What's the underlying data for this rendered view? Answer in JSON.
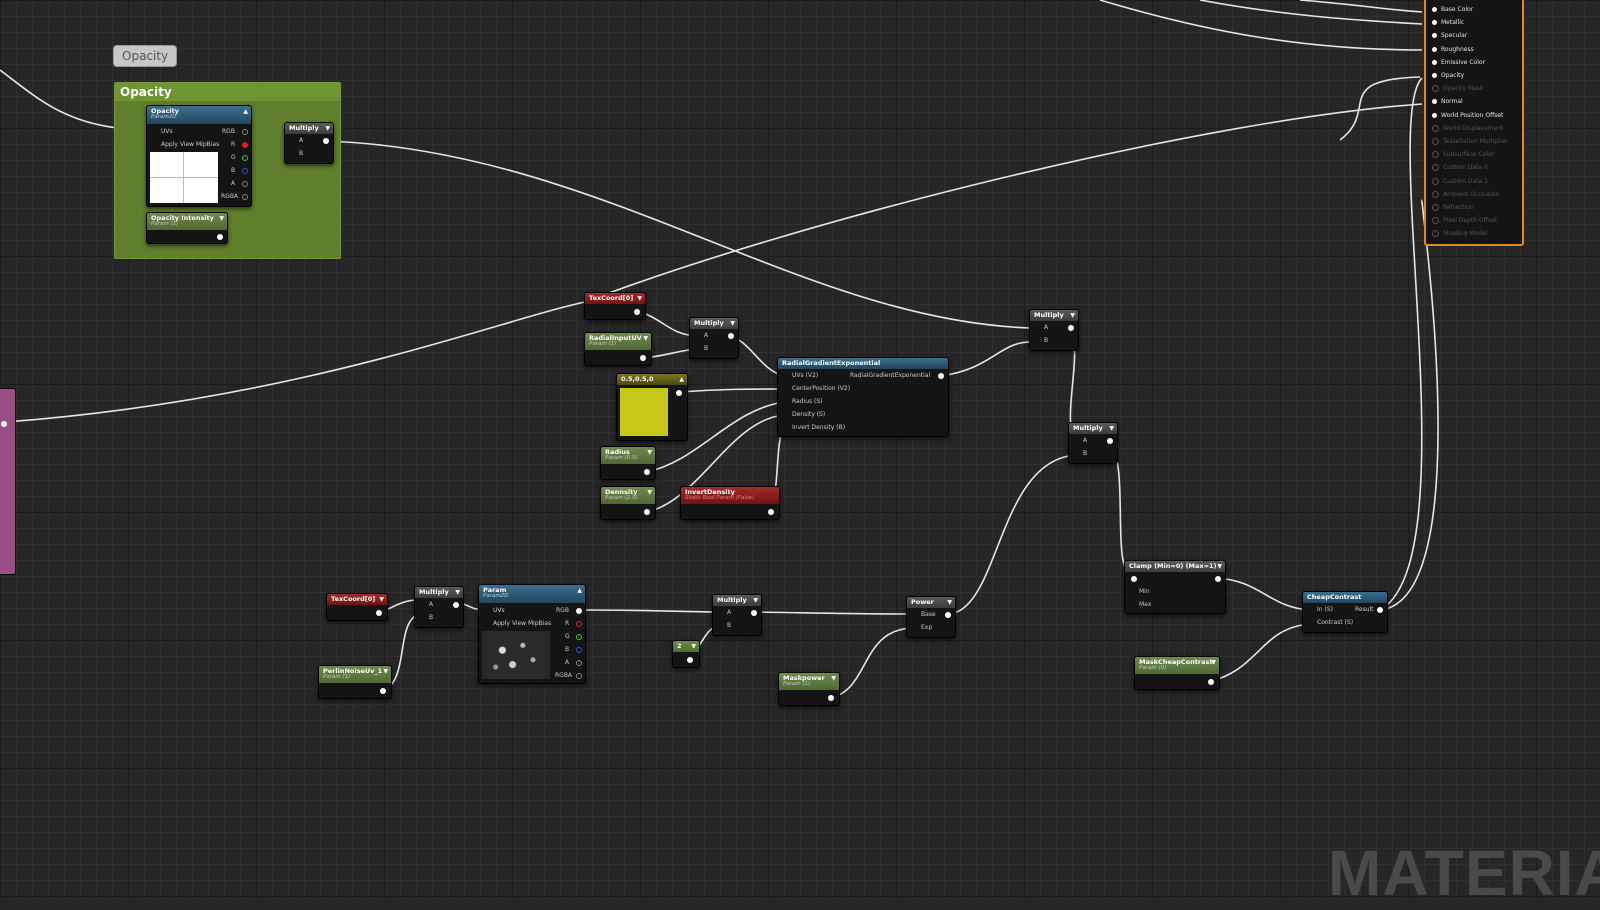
{
  "watermark": "MATERIAL",
  "comment": {
    "bubble": "Opacity",
    "title": "Opacity"
  },
  "nodes": {
    "opacity_tex": {
      "title": "Opacity",
      "sub": "Param2D",
      "uvs": "UVs",
      "mip": "Apply View MipBias",
      "rgb": "RGB",
      "r": "R",
      "g": "G",
      "b": "B",
      "a": "A",
      "rgba": "RGBA"
    },
    "opacity_intensity": {
      "title": "Opacity Intensity",
      "sub": "Param (1)"
    },
    "multiply_opacity": {
      "title": "Multiply",
      "a": "A",
      "b": "B"
    },
    "texcoord_top": {
      "title": "TexCoord[0]"
    },
    "radial_input_uv": {
      "title": "RadialInputUV",
      "sub": "Param (1)"
    },
    "multiply_radial": {
      "title": "Multiply",
      "a": "A",
      "b": "B"
    },
    "const_vec": {
      "title": "0.5,0.5,0"
    },
    "radial_gradient": {
      "title": "RadialGradientExponential",
      "uvs": "UVs (V2)",
      "center": "CenterPosition (V2)",
      "radius": "Radius (S)",
      "density": "Density (S)",
      "invert": "Invert Density (B)",
      "out": "RadialGradientExponential"
    },
    "radius_param": {
      "title": "Radius",
      "sub": "Param (0.5)"
    },
    "dennsity_param": {
      "title": "Dennsity",
      "sub": "Param (2.5)"
    },
    "invert_density": {
      "title": "InvertDensity",
      "sub": "Static Bool Param (False)"
    },
    "multiply_top_right": {
      "title": "Multiply",
      "a": "A",
      "b": "B"
    },
    "multiply_mid_right": {
      "title": "Multiply",
      "a": "A",
      "b": "B"
    },
    "texcoord_bottom": {
      "title": "TexCoord[0]"
    },
    "multiply_noise": {
      "title": "Multiply",
      "a": "A",
      "b": "B"
    },
    "perlin_noise": {
      "title": "PerlinNoiseUv_1",
      "sub": "Param (1)"
    },
    "param_tex": {
      "title": "Param",
      "sub": "Param2D",
      "uvs": "UVs",
      "mip": "Apply View MipBias",
      "rgb": "RGB",
      "r": "R",
      "g": "G",
      "b": "B",
      "a": "A",
      "rgba": "RGBA"
    },
    "multiply_noise2": {
      "title": "Multiply",
      "a": "A",
      "b": "B"
    },
    "const_two": {
      "title": "2"
    },
    "power": {
      "title": "Power",
      "base": "Base",
      "exp": "Exp"
    },
    "maskpower": {
      "title": "Maskpower",
      "sub": "Param (1)"
    },
    "clamp": {
      "title": "Clamp (Min=0) (Max=1)",
      "min": "Min",
      "max": "Max"
    },
    "cheap_contrast": {
      "title": "CheapContrast",
      "in": "In (S)",
      "contrast": "Contrast (S)",
      "result": "Result"
    },
    "mask_cheap_contrast": {
      "title": "MaskCheapContrast",
      "sub": "Param (0)"
    }
  },
  "material_pins": [
    {
      "label": "Base Color",
      "active": true
    },
    {
      "label": "Metallic",
      "active": true
    },
    {
      "label": "Specular",
      "active": true
    },
    {
      "label": "Roughness",
      "active": true
    },
    {
      "label": "Emissive Color",
      "active": true
    },
    {
      "label": "Opacity",
      "active": true
    },
    {
      "label": "Opacity Mask",
      "active": false
    },
    {
      "label": "Normal",
      "active": true
    },
    {
      "label": "World Position Offset",
      "active": true
    },
    {
      "label": "World Displacement",
      "active": false
    },
    {
      "label": "Tessellation Multiplier",
      "active": false
    },
    {
      "label": "Subsurface Color",
      "active": false
    },
    {
      "label": "Custom Data 0",
      "active": false
    },
    {
      "label": "Custom Data 1",
      "active": false
    },
    {
      "label": "Ambient Occlusion",
      "active": false
    },
    {
      "label": "Refraction",
      "active": false
    },
    {
      "label": "Pixel Depth Offset",
      "active": false
    },
    {
      "label": "Shading Model",
      "active": false
    }
  ],
  "colors": {
    "accent_material_border": "#e38a1d",
    "comment_bg": "#5f7f2c",
    "const_color": "#c7c719",
    "wire": "#e6e6e6"
  }
}
